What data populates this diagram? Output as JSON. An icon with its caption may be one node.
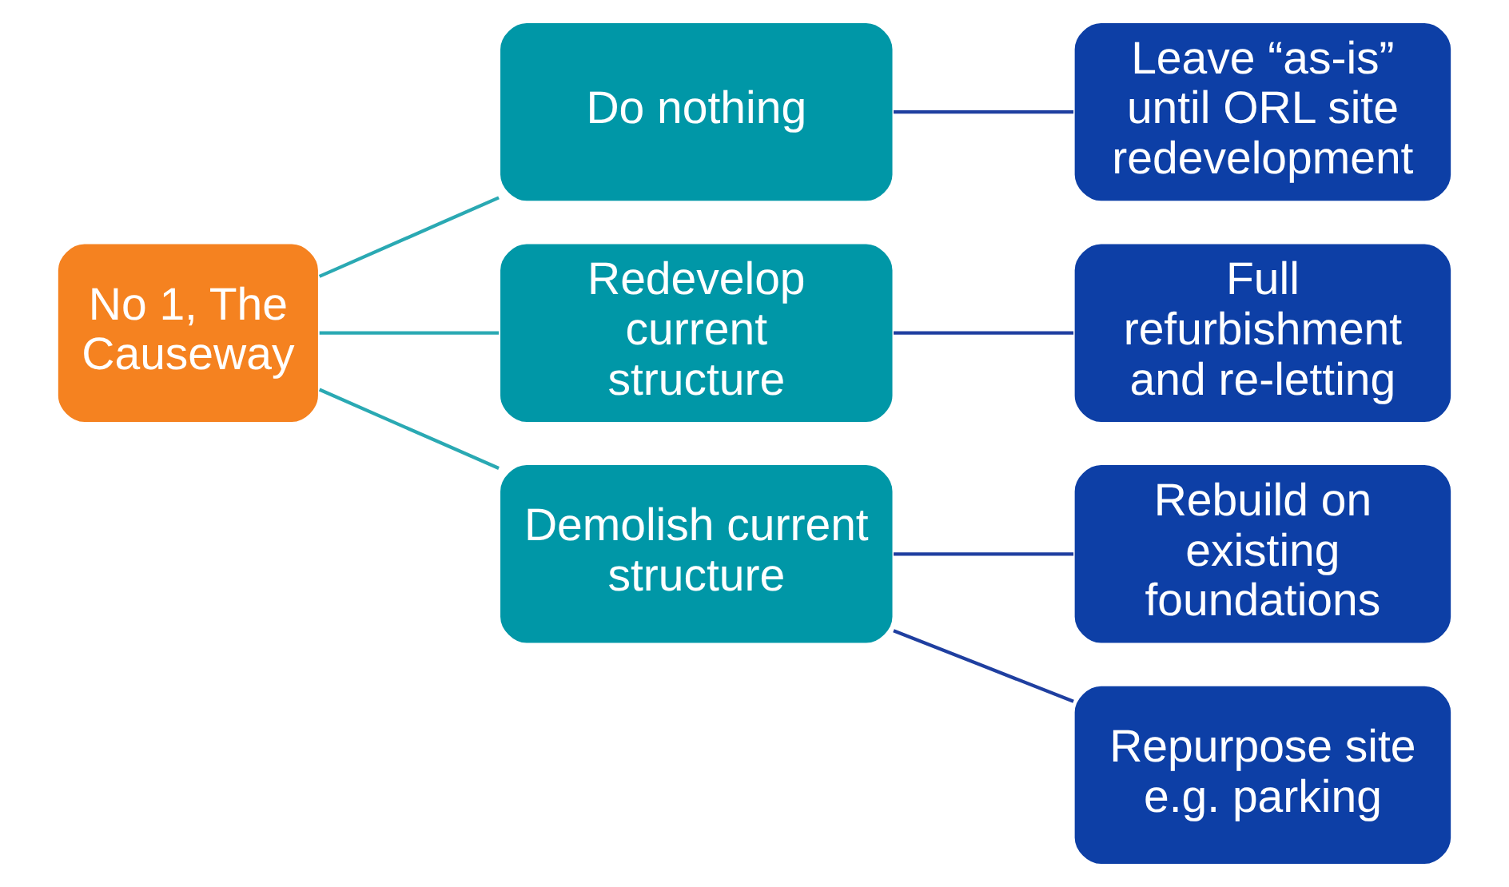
{
  "diagram": {
    "nodes": [
      {
        "text": [
          "No 1, The Causeway"
        ]
      },
      {
        "text": [
          "Do nothing"
        ]
      },
      {
        "text": [
          "Redevelop current structure"
        ]
      },
      {
        "text": [
          "Demolish current structure"
        ]
      },
      {
        "text": [
          "Leave “as-is” until ORL site redevelopment"
        ]
      },
      {
        "text": [
          "Full refurbishment and re-letting"
        ]
      },
      {
        "text": [
          "Rebuild on existing foundations"
        ]
      },
      {
        "text": [
          "Repurpose site e.g. parking"
        ]
      }
    ],
    "edges": [
      {
        "from": 0,
        "to": 1,
        "arrow": "none",
        "color": "#2aa9b3"
      },
      {
        "from": 0,
        "to": 2,
        "arrow": "none",
        "color": "#2aa9b3"
      },
      {
        "from": 0,
        "to": 3,
        "arrow": "none",
        "color": "#2aa9b3"
      },
      {
        "from": 1,
        "to": 4,
        "arrow": "none"
      },
      {
        "from": 2,
        "to": 5,
        "arrow": "none"
      },
      {
        "from": 3,
        "to": 6,
        "arrow": "none"
      },
      {
        "from": 3,
        "to": 7,
        "arrow": "none"
      }
    ]
  }
}
